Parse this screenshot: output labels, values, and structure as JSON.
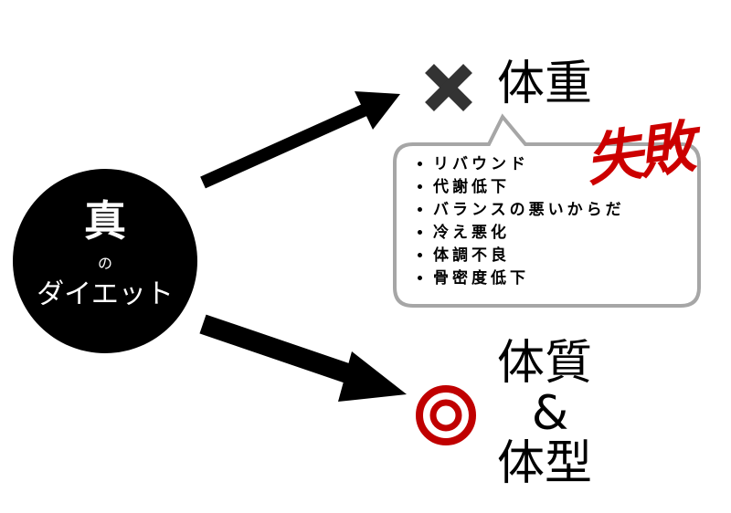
{
  "center": {
    "main": "真",
    "particle": "の",
    "sub": "ダイエット"
  },
  "weight": {
    "mark": "cross-mark",
    "label": "体重"
  },
  "bubble": {
    "items": [
      "リバウンド",
      "代謝低下",
      "バランスの悪いからだ",
      "冷え悪化",
      "体調不良",
      "骨密度低下"
    ]
  },
  "fail_stamp": "失敗",
  "body": {
    "mark": "double-circle",
    "line1": "体質",
    "line2": "&",
    "line3": "体型"
  },
  "colors": {
    "accent": "#c00000",
    "bubble_border": "#a6a6a6"
  }
}
